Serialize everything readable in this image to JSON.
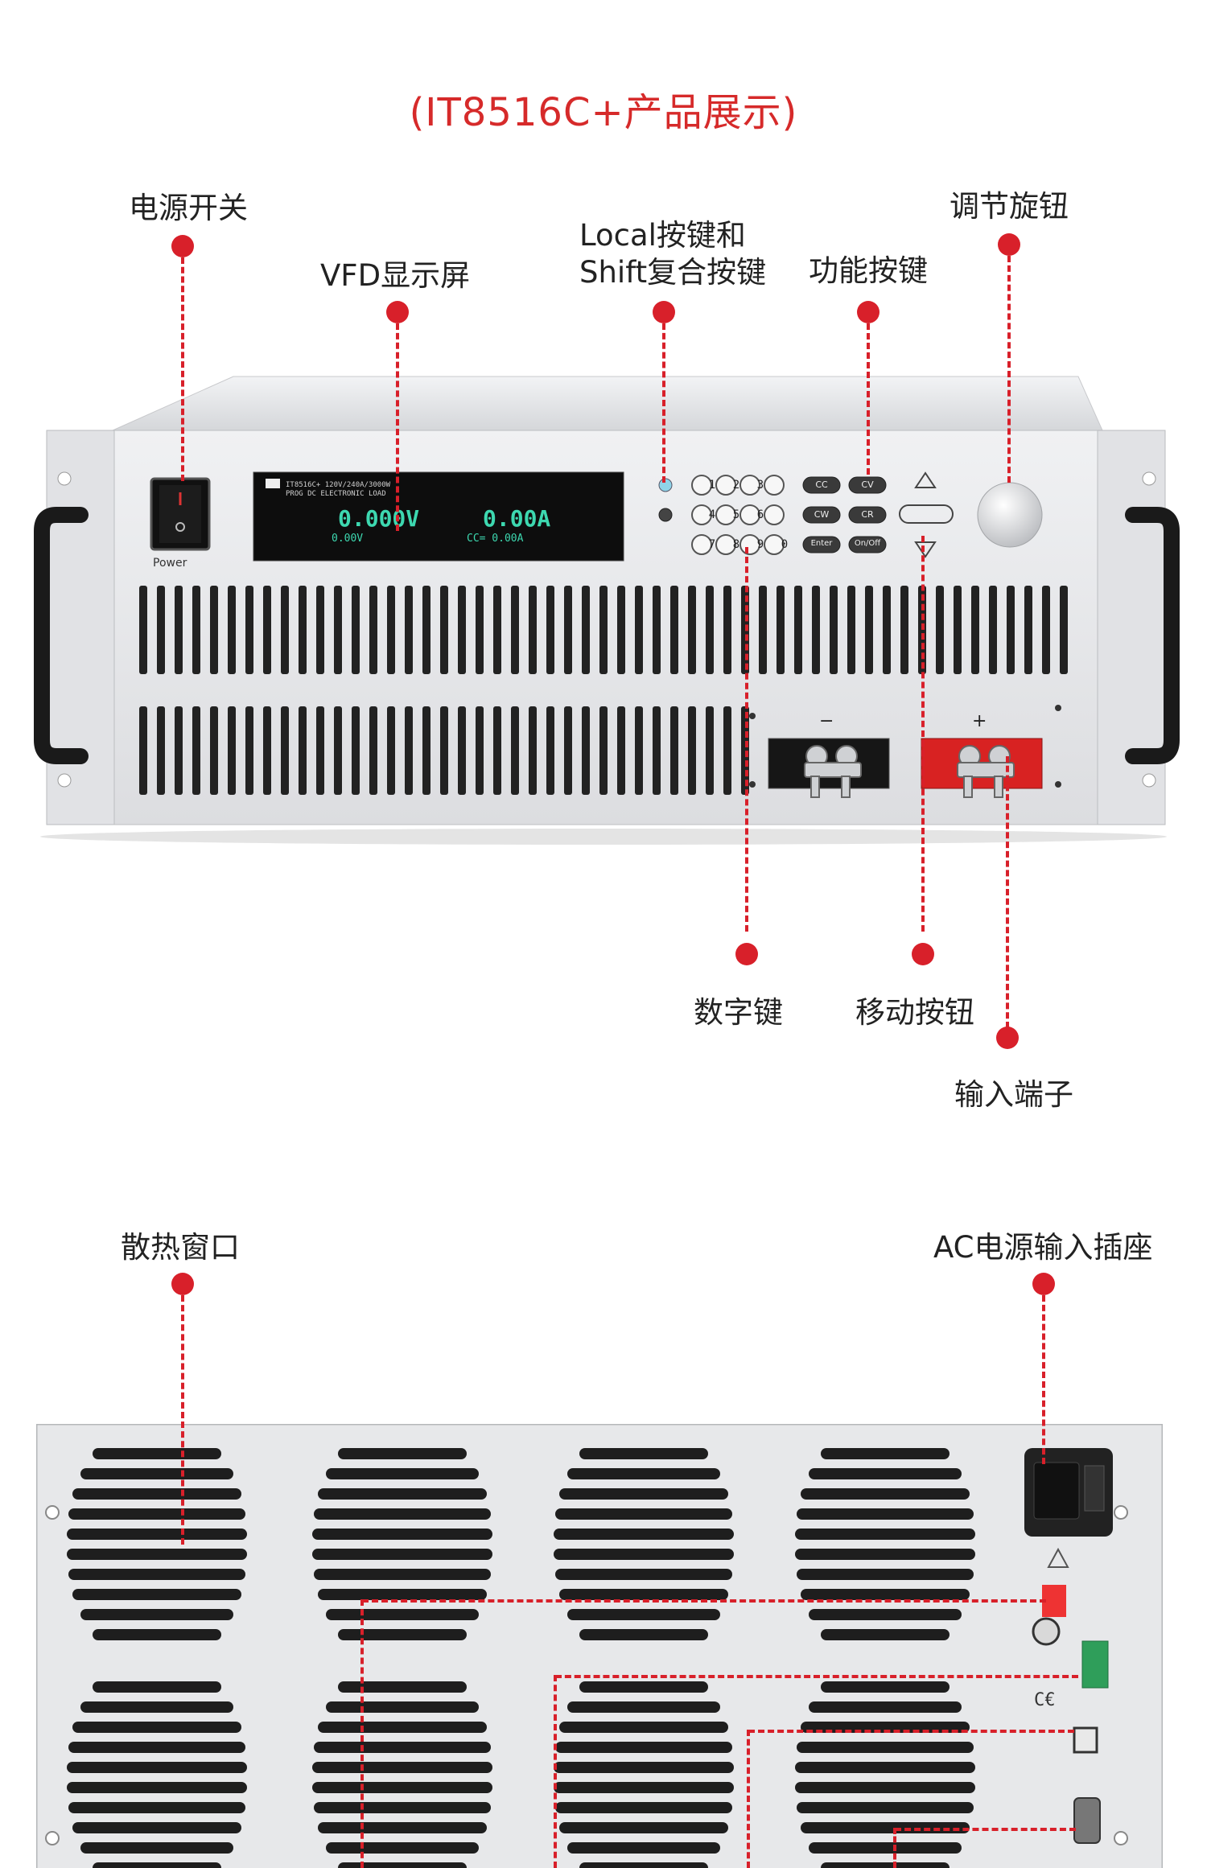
{
  "title": "(IT8516C+产品展示)",
  "front": {
    "labels": {
      "power_switch": "电源开关",
      "vfd_display": "VFD显示屏",
      "local_shift_line1": "Local按键和",
      "local_shift_line2": "Shift复合按键",
      "function_keys": "功能按键",
      "adjust_knob": "调节旋钮",
      "numeric_keys": "数字键",
      "move_buttons": "移动按钮",
      "input_terminals": "输入端子"
    },
    "device": {
      "power_text": "Power",
      "model_line1": "IT8516C+  120V/240A/3000W",
      "model_line2": "PROG DC ELECTRONIC LOAD",
      "voltage_big": "0.000V",
      "current_big": "0.00A",
      "voltage_small": "0.00V",
      "cc_small": "CC=  0.00A",
      "keys": [
        "1",
        "2",
        "3",
        "4",
        "5",
        "6",
        "7",
        "8",
        "9",
        "0"
      ],
      "func_keys": [
        "CC",
        "CV",
        "CW",
        "CR",
        "Enter",
        "On/Off"
      ],
      "terminal_minus": "−",
      "terminal_plus": "+"
    }
  },
  "rear": {
    "labels": {
      "heat_vents": "散热窗口",
      "ac_socket": "AC电源输入插座"
    }
  },
  "colors": {
    "accent": "#d8202a",
    "title": "#d62a2a",
    "panel": "#e8e9eb",
    "display": "#111111",
    "lcd_text": "#3dd8b0"
  }
}
